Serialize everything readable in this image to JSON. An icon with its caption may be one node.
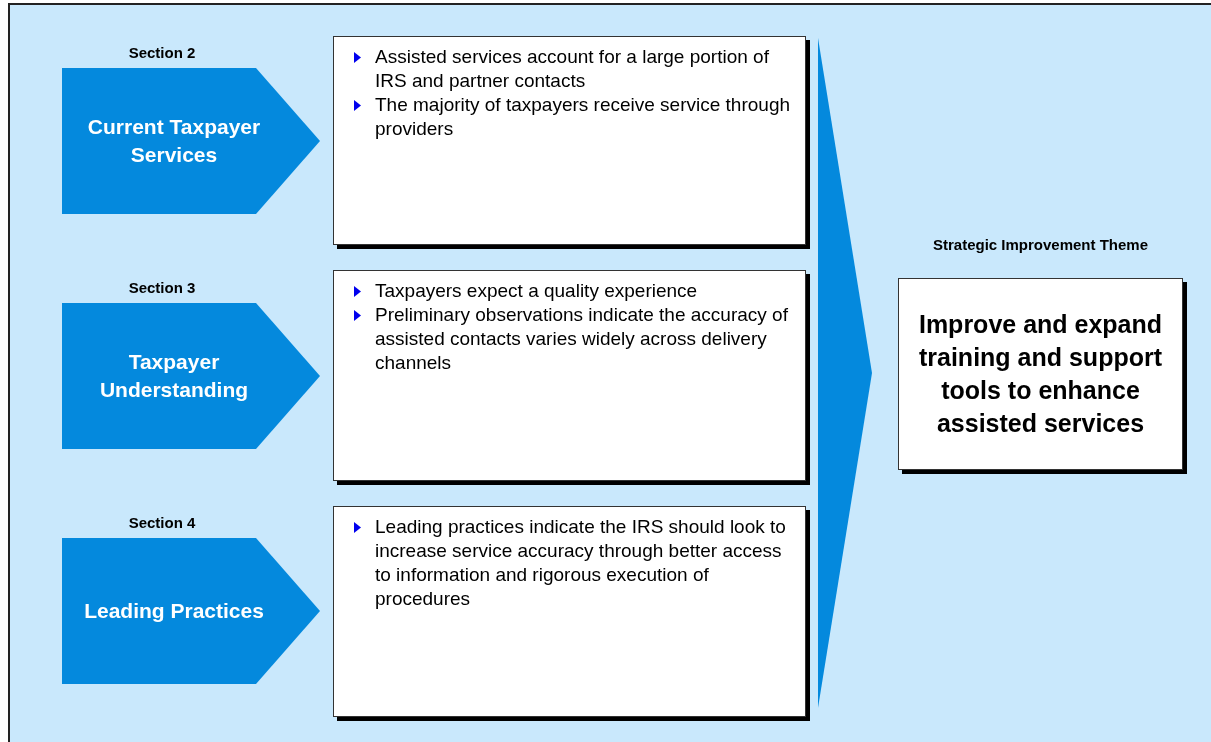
{
  "diagram": {
    "nodes": [
      {
        "text": [
          "Current Taxpayer Services"
        ],
        "beside": [
          "Section 2"
        ]
      },
      {
        "text": [
          "Assisted services account for a large portion of IRS and partner contacts",
          "The majority of taxpayers receive service through providers"
        ]
      },
      {
        "text": [
          "Taxpayer Understanding"
        ],
        "beside": [
          "Section 3"
        ]
      },
      {
        "text": [
          "Taxpayers expect a quality experience",
          "Preliminary observations indicate the accuracy of assisted contacts varies widely across delivery channels"
        ]
      },
      {
        "text": [
          "Leading Practices"
        ],
        "beside": [
          "Section 4"
        ]
      },
      {
        "text": [
          "Leading practices indicate the IRS should look to increase service accuracy through better access to information and rigorous execution of procedures"
        ]
      },
      {
        "text": [],
        "shape": "triangle"
      },
      {
        "text": [
          "Improve and expand training and support tools to enhance assisted services"
        ],
        "beside": [
          "Strategic Improvement Theme"
        ]
      }
    ],
    "edges": []
  }
}
